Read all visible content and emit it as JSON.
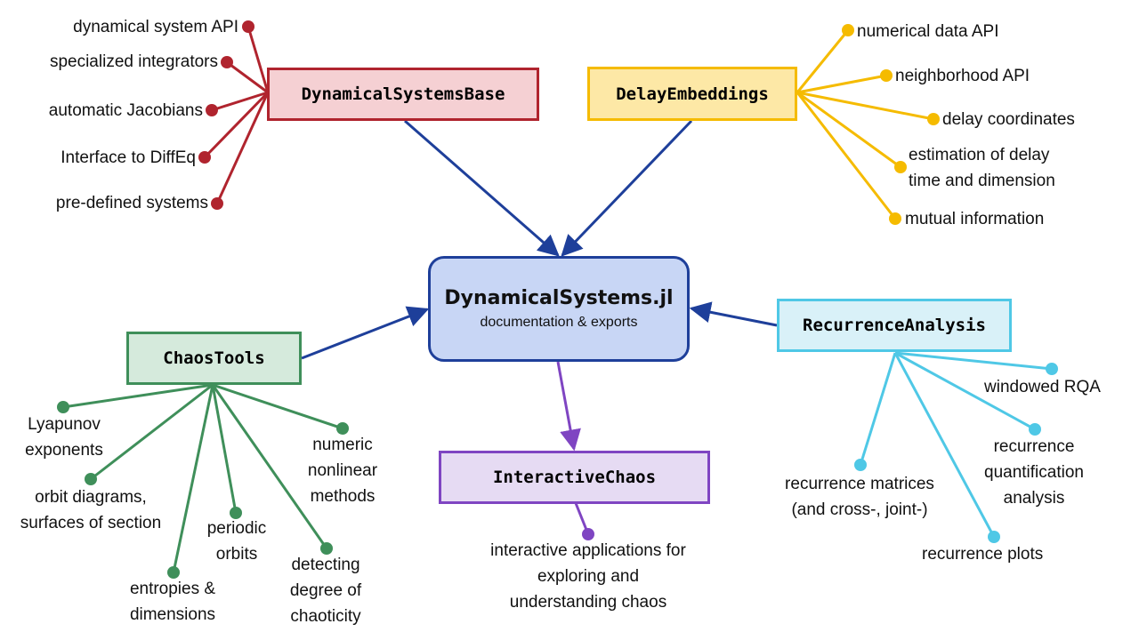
{
  "center": {
    "title": "DynamicalSystems.jl",
    "subtitle": "documentation & exports"
  },
  "modules": {
    "base": {
      "label": "DynamicalSystemsBase",
      "fill": "#f5d0d3",
      "stroke": "#b0242e",
      "features": [
        "dynamical system API",
        "specialized integrators",
        "automatic Jacobians",
        "Interface to DiffEq",
        "pre-defined systems"
      ]
    },
    "delay": {
      "label": "DelayEmbeddings",
      "fill": "#fde8a6",
      "stroke": "#f5bb00",
      "features": [
        "numerical data API",
        "neighborhood API",
        "delay coordinates",
        "estimation of delay\ntime and dimension",
        "mutual information"
      ]
    },
    "chaos": {
      "label": "ChaosTools",
      "fill": "#d5eadc",
      "stroke": "#3f8f5a",
      "features": [
        "Lyapunov\nexponents",
        "orbit diagrams,\nsurfaces of section",
        "entropies &\ndimensions",
        "periodic\norbits",
        "detecting\ndegree of\nchaoticity",
        "numeric\nnonlinear\nmethods"
      ]
    },
    "recurrence": {
      "label": "RecurrenceAnalysis",
      "fill": "#d9f1f8",
      "stroke": "#4fc8e6",
      "features": [
        "windowed RQA",
        "recurrence\nquantification\nanalysis",
        "recurrence matrices\n(and cross-, joint-)",
        "recurrence plots"
      ]
    },
    "interactive": {
      "label": "InteractiveChaos",
      "fill": "#e6dbf3",
      "stroke": "#7f45c2",
      "features": [
        "interactive applications for\nexploring and\nunderstanding chaos"
      ]
    }
  },
  "link_color": "#1e3f9a"
}
